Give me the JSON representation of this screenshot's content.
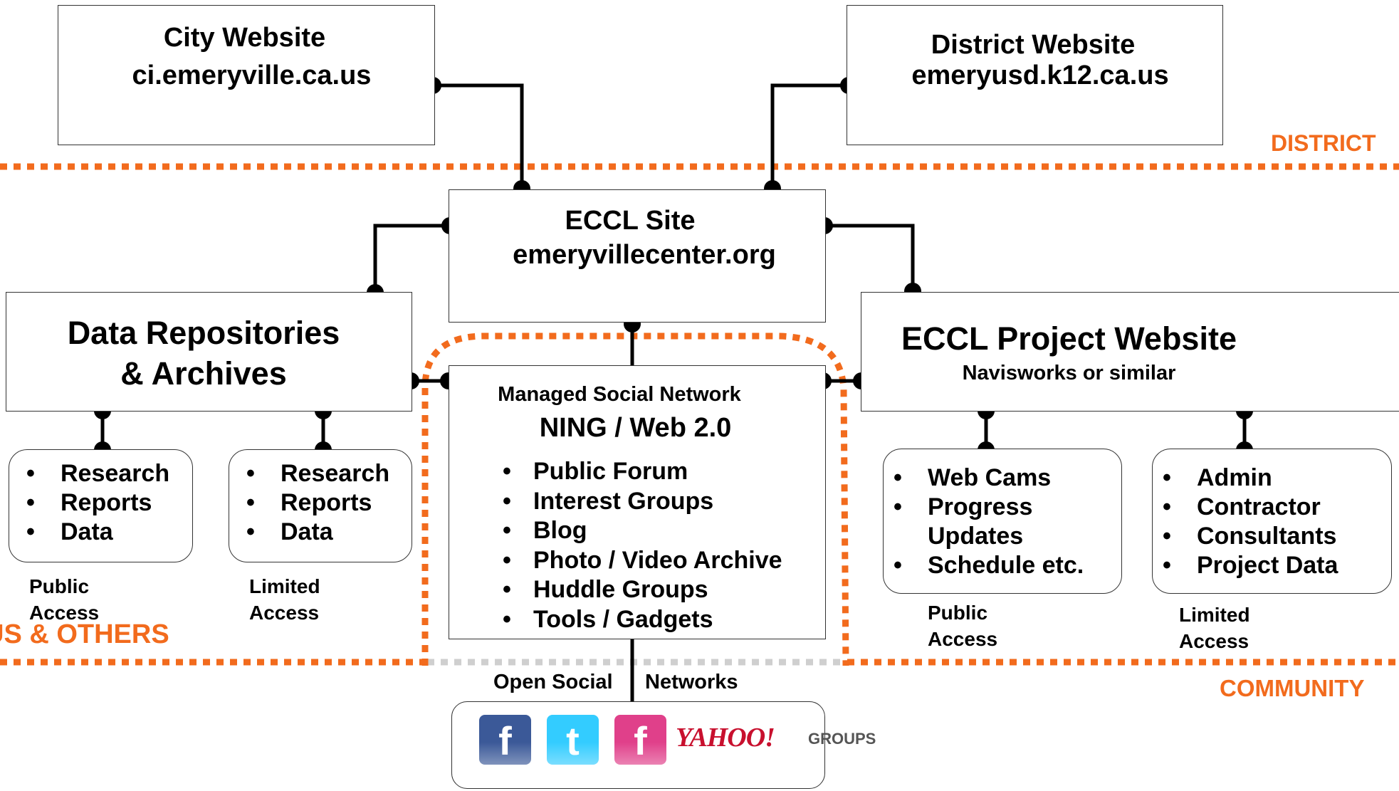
{
  "zones": {
    "district": "DISTRICT",
    "us_others": "US & OTHERS",
    "community": "COMMUNITY"
  },
  "city_site": {
    "title": "City Website",
    "url": "ci.emeryville.ca.us"
  },
  "district_site": {
    "title": "District Website",
    "url": "emeryusd.k12.ca.us"
  },
  "eccl_site": {
    "title": "ECCL Site",
    "url": "emeryvillecenter.org"
  },
  "data_repos": {
    "title_line1": "Data Repositories",
    "title_line2": "& Archives",
    "public": {
      "items": [
        "Research",
        "Reports",
        "Data"
      ],
      "access_line1": "Public",
      "access_line2": "Access"
    },
    "limited": {
      "items": [
        "Research",
        "Reports",
        "Data"
      ],
      "access_line1": "Limited",
      "access_line2": "Access"
    }
  },
  "social_network": {
    "subtitle": "Managed Social Network",
    "title": "NING / Web 2.0",
    "items": [
      "Public Forum",
      "Interest Groups",
      "Blog",
      "Photo / Video Archive",
      "Huddle Groups",
      "Tools / Gadgets"
    ]
  },
  "project_site": {
    "title": "ECCL Project Website",
    "subtitle": "Navisworks or similar",
    "public": {
      "items": [
        "Web Cams",
        "Progress",
        "Updates",
        "Schedule etc."
      ],
      "access_line1": "Public",
      "access_line2": "Access"
    },
    "limited": {
      "items": [
        "Admin",
        "Contractor",
        "Consultants",
        "Project Data"
      ],
      "access_line1": "Limited",
      "access_line2": "Access"
    }
  },
  "open_social": {
    "label_left": "Open Social",
    "label_right": "Networks",
    "logos": [
      {
        "icon": "facebook-icon",
        "glyph": "f",
        "color": "#3B5998"
      },
      {
        "icon": "twitter-icon",
        "glyph": "t",
        "color": "#33CCFF"
      },
      {
        "icon": "facebook-pink-icon",
        "glyph": "f",
        "color": "#E0408A"
      }
    ],
    "yahoo_brand": "YAHOO!",
    "yahoo_groups": "GROUPS"
  },
  "colors": {
    "accent": "#F26B1D",
    "line": "#000000"
  }
}
